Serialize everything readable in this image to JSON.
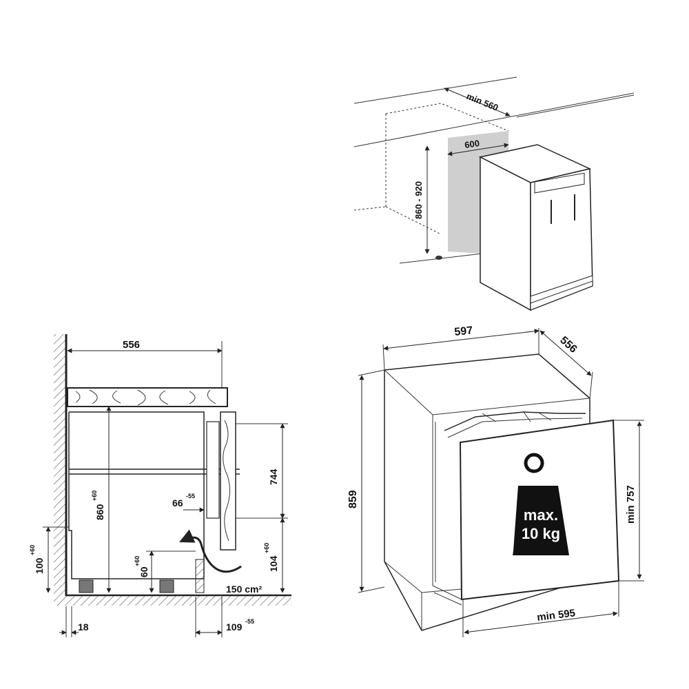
{
  "niche": {
    "width_label": "600",
    "depth_label": "min 560",
    "height_label": "860 - 920"
  },
  "side": {
    "depth_label": "556",
    "height_label": "860",
    "height_tol": "+60",
    "door_label": "744",
    "plinth_left_label": "100",
    "plinth_left_tol": "+60",
    "plinth_right_label": "104",
    "plinth_right_tol": "+60",
    "gap_label": "66",
    "gap_tol": "-55",
    "foot_label": "60",
    "foot_tol": "+60",
    "vent_label": "150 cm²",
    "wall_offset_label": "18",
    "plinth_offset_label": "109",
    "plinth_offset_tol": "-55"
  },
  "front": {
    "width_label": "597",
    "depth_label": "556",
    "height_label": "859",
    "door_height_label": "min 757",
    "door_width_label": "min 595",
    "weight_line1": "max.",
    "weight_line2": "10 kg"
  }
}
